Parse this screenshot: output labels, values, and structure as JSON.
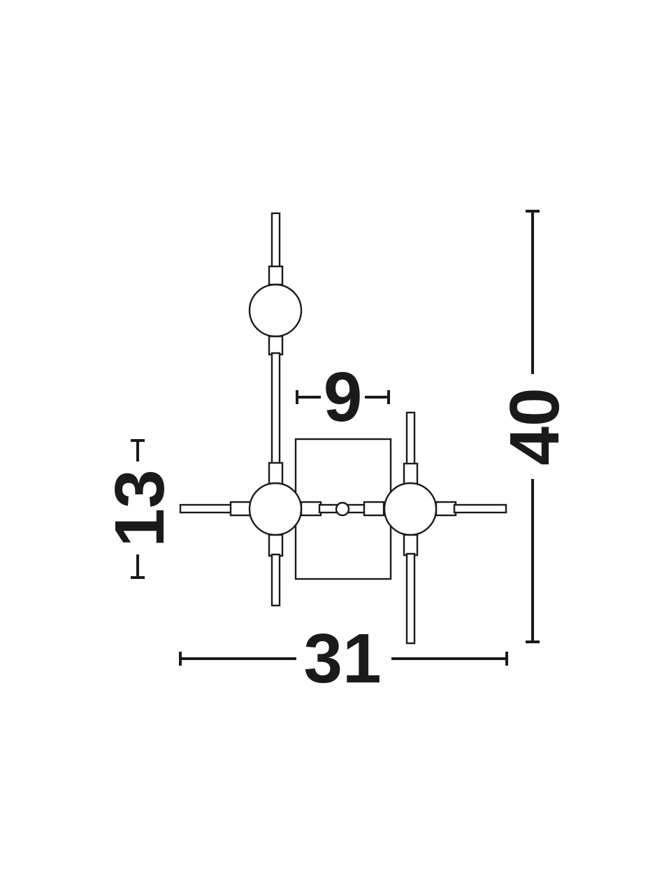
{
  "dimensions": {
    "overall_width": "31",
    "overall_height": "40",
    "backplate_width": "9",
    "backplate_height": "13"
  },
  "colors": {
    "ink": "#1a1a1a",
    "background": "#ffffff"
  }
}
